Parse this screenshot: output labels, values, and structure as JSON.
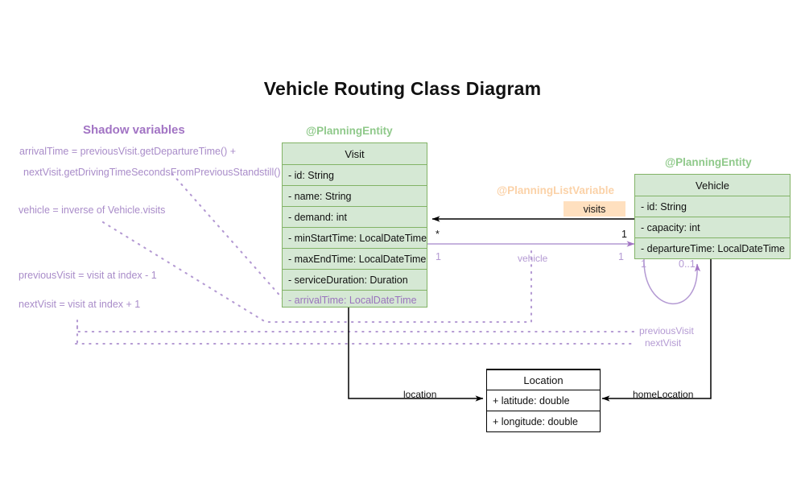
{
  "diagram": {
    "title": "Vehicle Routing Class Diagram",
    "type": "uml-class-diagram"
  },
  "shadow_panel": {
    "heading": "Shadow variables",
    "lines": [
      "arrivalTime = previousVisit.getDepartureTime() +",
      "nextVisit.getDrivingTimeSecondsFromPreviousStandstill()",
      "vehicle = inverse of Vehicle.visits",
      "previousVisit = visit at index - 1",
      "nextVisit = visit at index + 1"
    ]
  },
  "classes": {
    "visit": {
      "stereotype": "@PlanningEntity",
      "name": "Visit",
      "fields": [
        {
          "text": "- id: String",
          "shadow": false
        },
        {
          "text": "- name: String",
          "shadow": false
        },
        {
          "text": "- demand: int",
          "shadow": false
        },
        {
          "text": "- minStartTime: LocalDateTime",
          "shadow": false
        },
        {
          "text": "- maxEndTime: LocalDateTime",
          "shadow": false
        },
        {
          "text": "- serviceDuration: Duration",
          "shadow": false
        },
        {
          "text": "- arrivalTime: LocalDateTime",
          "shadow": true
        }
      ]
    },
    "vehicle": {
      "stereotype": "@PlanningEntity",
      "name": "Vehicle",
      "fields": [
        {
          "text": "- id: String",
          "shadow": false
        },
        {
          "text": "- capacity: int",
          "shadow": false
        },
        {
          "text": "- departureTime: LocalDateTime",
          "shadow": false
        }
      ]
    },
    "location": {
      "name": "Location",
      "fields": [
        {
          "text": "+ latitude: double",
          "shadow": false
        },
        {
          "text": "+ longitude: double",
          "shadow": false
        }
      ]
    }
  },
  "relations": {
    "visits": {
      "stereotype": "@PlanningListVariable",
      "badge": "visits",
      "source_mult": "1",
      "target_mult": "*"
    },
    "vehicle": {
      "label": "vehicle",
      "source_mult": "1",
      "target_mult": "1"
    },
    "previous_next": {
      "previous_label": "previousVisit",
      "next_label": "nextVisit",
      "self_source_mult": "1",
      "self_target_mult": "0..1"
    },
    "location": {
      "label": "location"
    },
    "home_location": {
      "label": "homeLocation"
    }
  },
  "colors": {
    "entity_fill": "#d5e8d4",
    "entity_stroke": "#82b366",
    "shadow_purple": "#a274c4",
    "badge_fill": "#ffe0bf",
    "plain_stroke": "#000000"
  }
}
